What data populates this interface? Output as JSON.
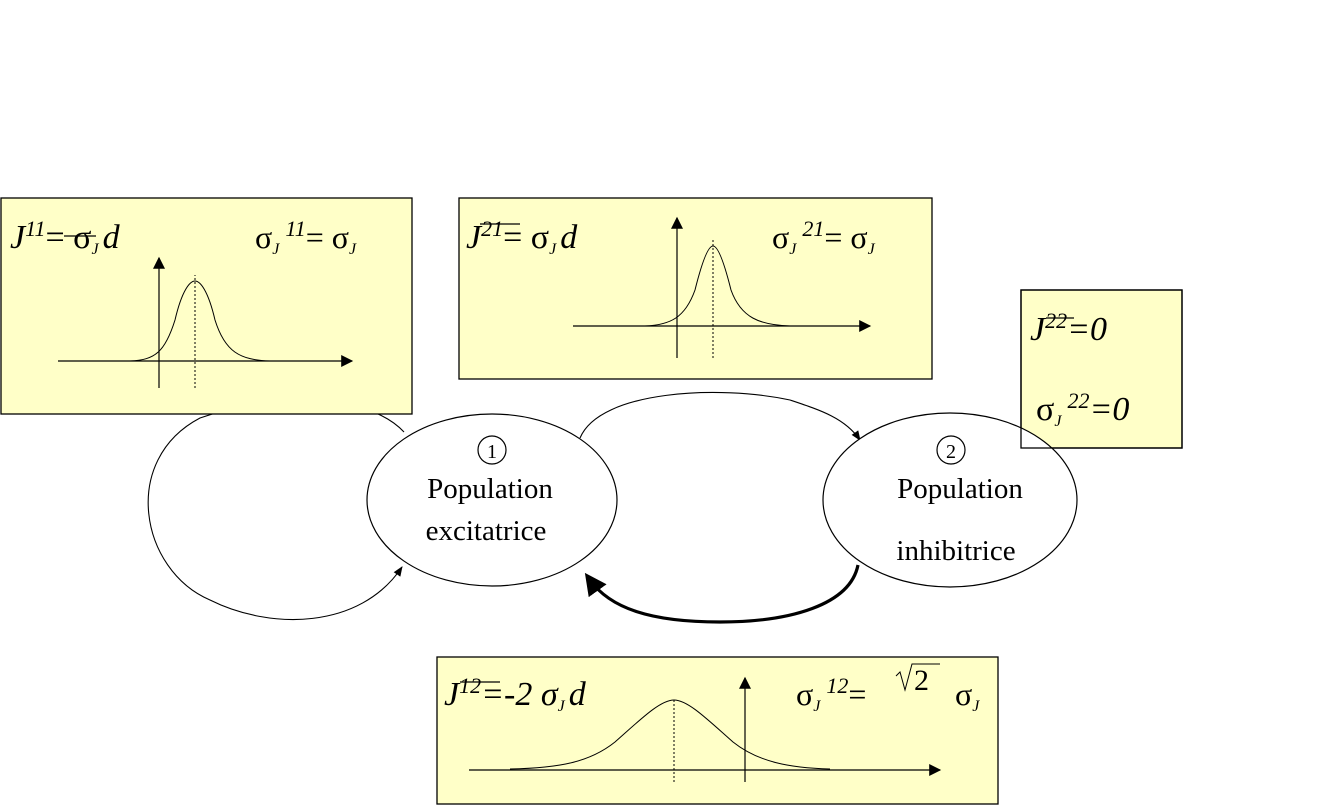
{
  "populations": {
    "excitatory": {
      "number": "1",
      "line1": "Population",
      "line2": "excitatrice"
    },
    "inhibitory": {
      "number": "2",
      "line1": "Population",
      "line2": "inhibitrice"
    }
  },
  "boxes": {
    "j11": {
      "mean_left": "J",
      "mean_sup": "11",
      "mean_right": "= σ",
      "mean_sub": "J",
      "mean_tail": "d",
      "std_sigma": "σ",
      "std_sub": "J",
      "std_sup": "11",
      "std_eq": "= σ",
      "std_eq_sub": "J"
    },
    "j21": {
      "mean_left": "J",
      "mean_sup": "21",
      "mean_right": "= σ",
      "mean_sub": "J",
      "mean_tail": "d",
      "std_sigma": "σ",
      "std_sub": "J",
      "std_sup": "21",
      "std_eq": "= σ",
      "std_eq_sub": "J"
    },
    "j22": {
      "mean_left": "J",
      "mean_sup": "22",
      "mean_right": "=0",
      "std_sigma": "σ",
      "std_sub": "J",
      "std_sup": "22",
      "std_eq": "=0"
    },
    "j12": {
      "mean_left": "J",
      "mean_sup": "12",
      "mean_right": "=-2  σ",
      "mean_sub": "J",
      "mean_tail": "d",
      "std_sigma": "σ",
      "std_sub": "J",
      "std_sup": "12",
      "std_eq": "=",
      "sqrt_arg": "2",
      "std_tail": "σ",
      "std_tail_sub": "J"
    }
  }
}
